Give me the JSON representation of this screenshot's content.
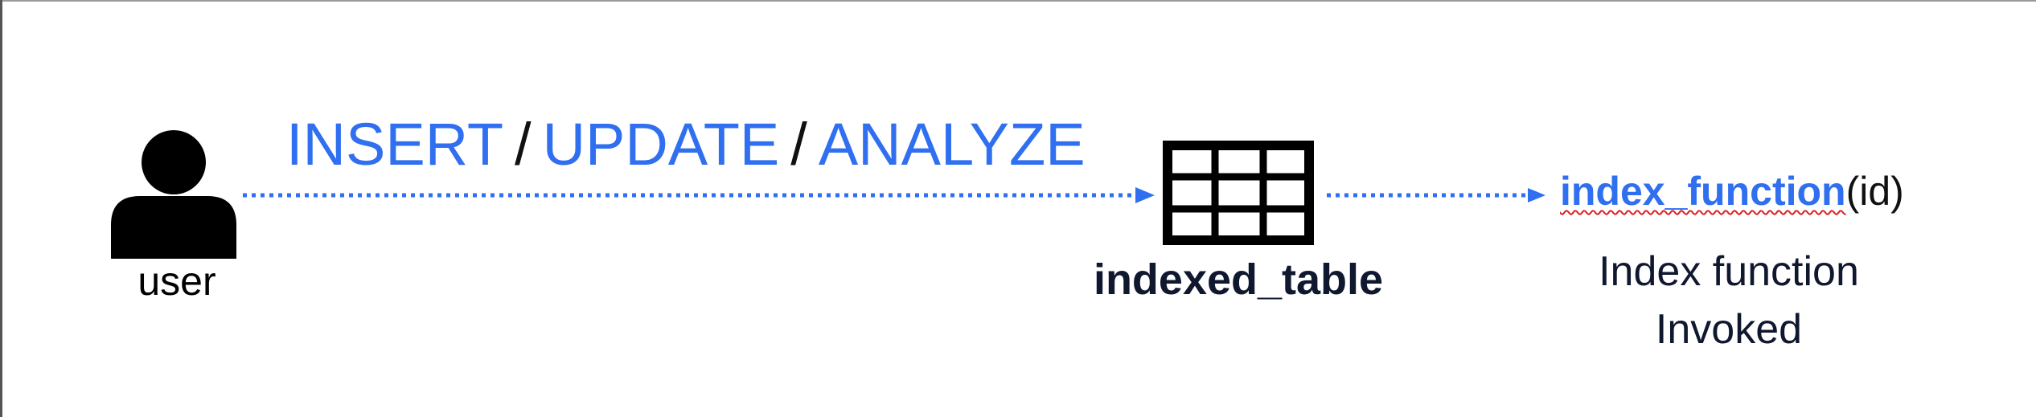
{
  "user": {
    "label": "user",
    "icon": "user-icon"
  },
  "operations": [
    {
      "label": "INSERT"
    },
    {
      "label": "UPDATE"
    },
    {
      "label": "ANALYZE"
    }
  ],
  "separator": "/",
  "table": {
    "label": "indexed_table",
    "icon": "table-grid-icon"
  },
  "function_call": {
    "name": "index_function",
    "args": "(id)"
  },
  "caption": {
    "line1": "Index function",
    "line2": "Invoked"
  },
  "colors": {
    "accent": "#2f6ff0",
    "text": "#101830",
    "icon": "#000000",
    "spellcheck_underline": "#e02020"
  }
}
